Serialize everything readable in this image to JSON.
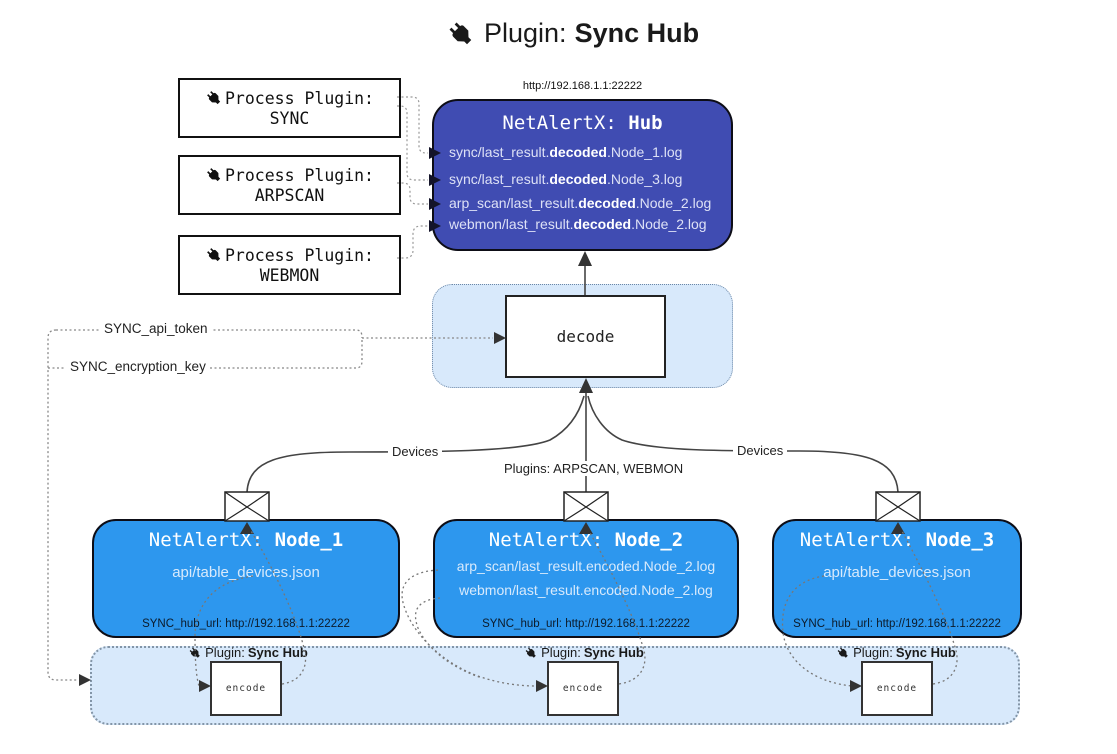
{
  "title": {
    "label": "Plugin:",
    "name": "Sync Hub"
  },
  "process_plugins": [
    {
      "label": "Process Plugin:",
      "name": "SYNC"
    },
    {
      "label": "Process Plugin:",
      "name": "ARPSCAN"
    },
    {
      "label": "Process Plugin:",
      "name": "WEBMON"
    }
  ],
  "hub": {
    "url": "http://192.168.1.1:22222",
    "title_label": "NetAlertX:",
    "title_name": "Hub",
    "logs": [
      {
        "pre": "sync/last_result.",
        "bold": "decoded",
        "post": ".Node_1.log"
      },
      {
        "pre": "sync/last_result.",
        "bold": "decoded",
        "post": ".Node_3.log"
      },
      {
        "pre": "arp_scan/last_result.",
        "bold": "decoded",
        "post": ".Node_2.log"
      },
      {
        "pre": "webmon/last_result.",
        "bold": "decoded",
        "post": ".Node_2.log"
      }
    ]
  },
  "decode": {
    "label": "decode"
  },
  "secrets": {
    "api_token": "SYNC_api_token",
    "encryption_key": "SYNC_encryption_key"
  },
  "edge_labels": {
    "devices_left": "Devices",
    "plugins_middle": "Plugins: ARPSCAN, WEBMON",
    "devices_right": "Devices"
  },
  "nodes": [
    {
      "title_label": "NetAlertX:",
      "title_name": "Node_1",
      "files": [
        "api/table_devices.json"
      ],
      "hub_url": "SYNC_hub_url: http://192.168.1.1:22222"
    },
    {
      "title_label": "NetAlertX:",
      "title_name": "Node_2",
      "files": [
        "arp_scan/last_result.encoded.Node_2.log",
        "webmon/last_result.encoded.Node_2.log"
      ],
      "hub_url": "SYNC_hub_url: http://192.168.1.1:22222"
    },
    {
      "title_label": "NetAlertX:",
      "title_name": "Node_3",
      "files": [
        "api/table_devices.json"
      ],
      "hub_url": "SYNC_hub_url: http://192.168.1.1:22222"
    }
  ],
  "encoders": [
    {
      "label": "Plugin:",
      "name": "Sync Hub",
      "box_label": "encode"
    },
    {
      "label": "Plugin:",
      "name": "Sync Hub",
      "box_label": "encode"
    },
    {
      "label": "Plugin:",
      "name": "Sync Hub",
      "box_label": "encode"
    }
  ],
  "colors": {
    "hub_fill": "#404CB2",
    "node_fill": "#2D97EE",
    "band_fill": "#D8E9FB",
    "line": "#444444"
  }
}
